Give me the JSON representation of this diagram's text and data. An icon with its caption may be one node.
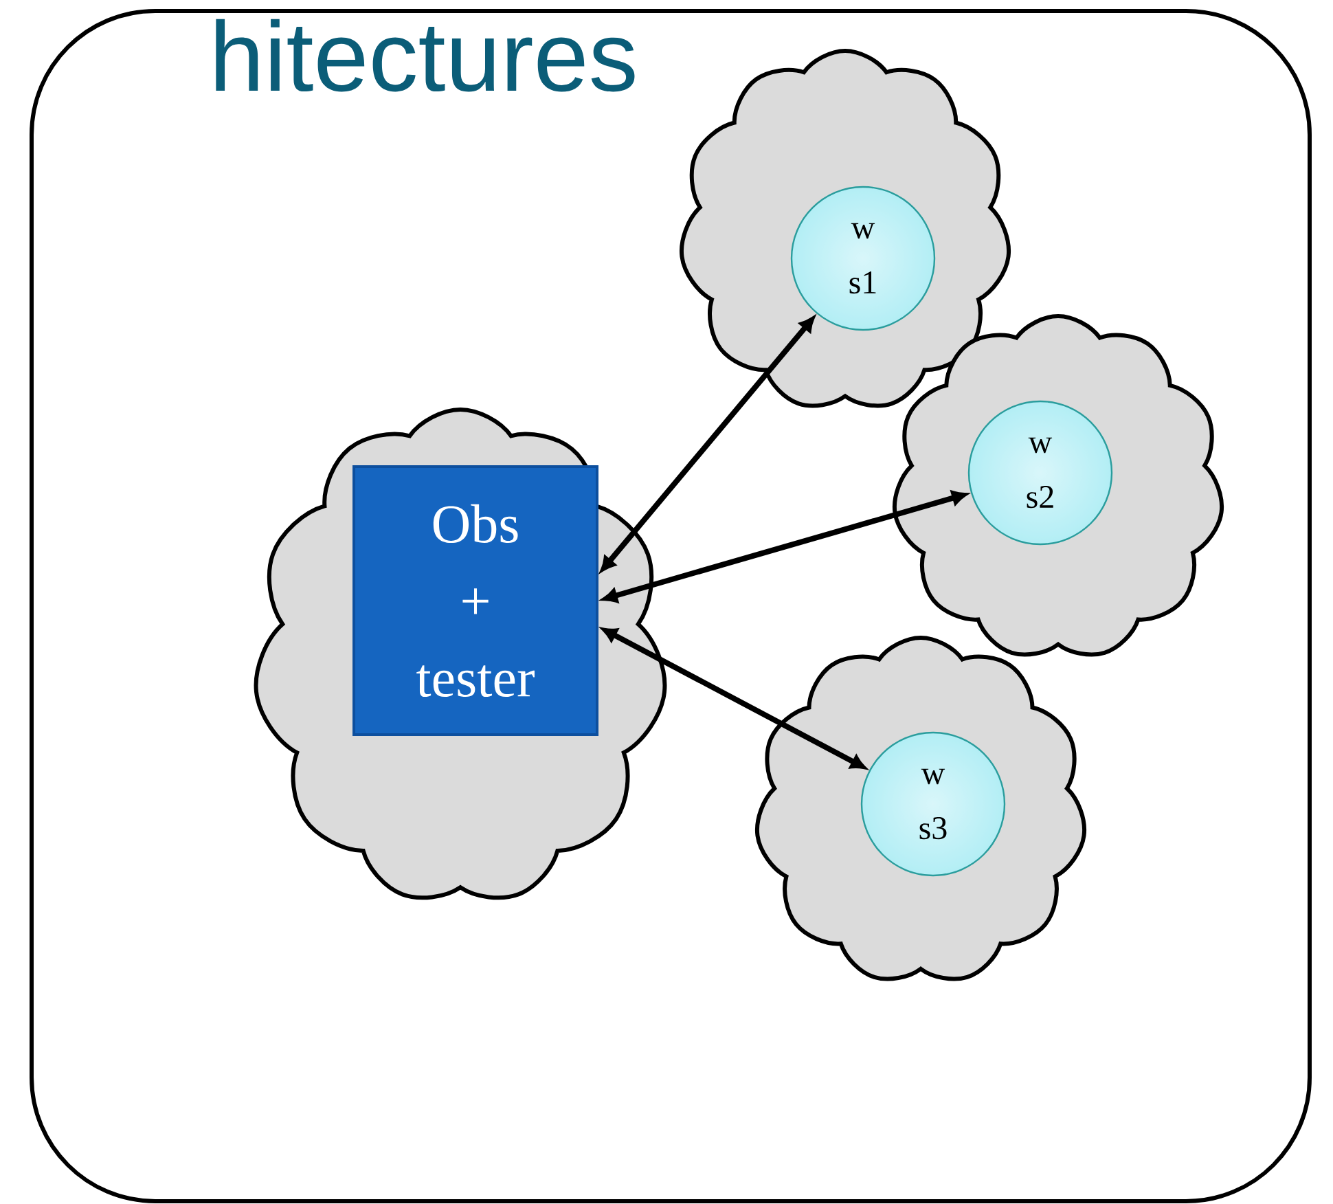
{
  "diagram": {
    "title": "hitectures",
    "nodes": [
      {
        "text": [],
        "shape": "box"
      },
      {
        "text": [],
        "shape": "cloud",
        "in": 0
      },
      {
        "text": [
          "Obs + tester"
        ],
        "in": 1
      },
      {
        "text": [],
        "shape": "cloud",
        "in": 0
      },
      {
        "text": [
          "w s1"
        ],
        "in": 3
      },
      {
        "text": [],
        "shape": "cloud",
        "in": 0
      },
      {
        "text": [
          "w s2"
        ],
        "in": 5
      },
      {
        "text": [],
        "shape": "cloud",
        "in": 0
      },
      {
        "text": [
          "w s3"
        ],
        "in": 7
      }
    ],
    "edges": [
      {
        "from": 2,
        "to": 4,
        "arrow": "both"
      },
      {
        "from": 2,
        "to": 6,
        "arrow": "both"
      },
      {
        "from": 2,
        "to": 8,
        "arrow": "both"
      }
    ]
  }
}
